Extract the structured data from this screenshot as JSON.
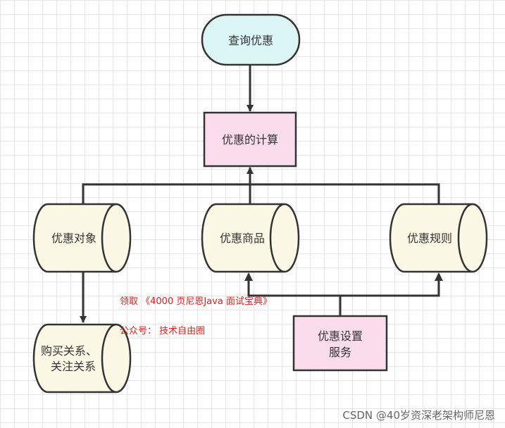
{
  "nodes": {
    "query": "查询优惠",
    "calc": "优惠的计算",
    "target": "优惠对象",
    "goods": "优惠商品",
    "rule": "优惠规则",
    "relation_line1": "购买关系、",
    "relation_line2": "关注关系",
    "service_line1": "优惠设置",
    "service_line2": "服务"
  },
  "overlay": {
    "line1": "领取 《4000 页尼恩Java 面试宝典》",
    "line2": "公众号： 技术自由圈"
  },
  "watermark": "CSDN @40岁资深老架构师尼恩",
  "colors": {
    "terminator_fill": "#dcf5f5",
    "process_fill": "#fadcec",
    "store_fill": "#fbf8e6",
    "stroke": "#333333",
    "promo_text": "#e0201c"
  }
}
